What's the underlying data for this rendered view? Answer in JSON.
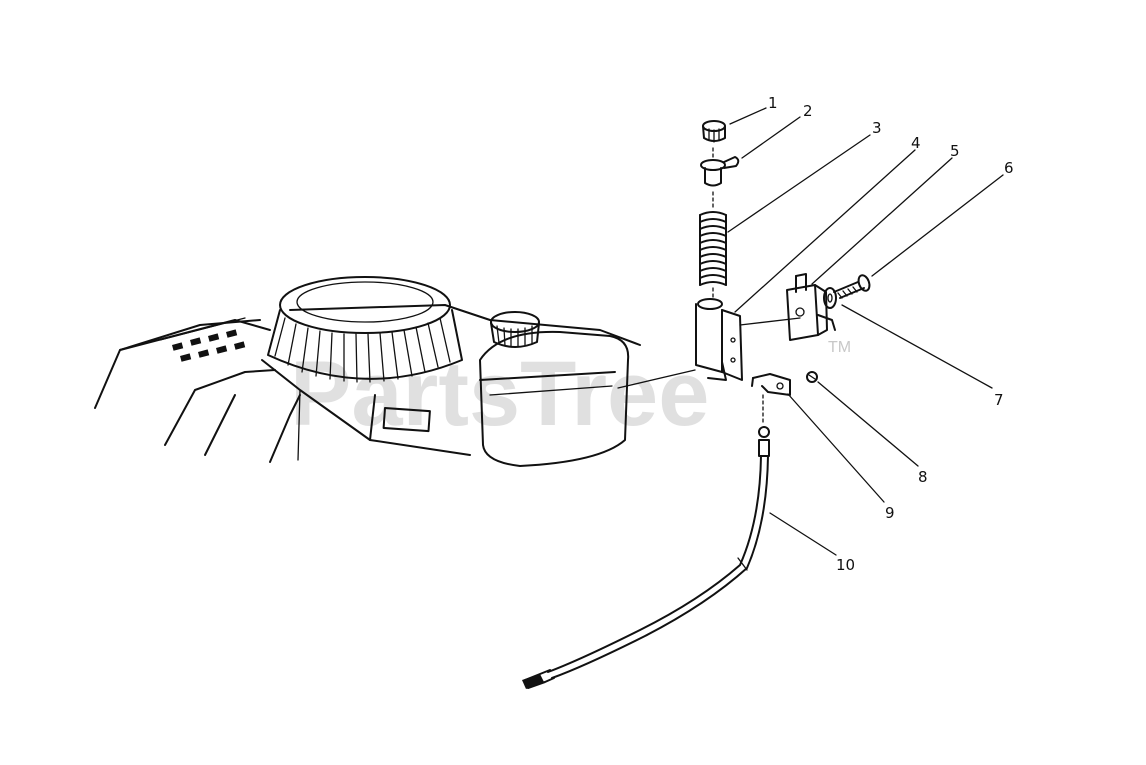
{
  "watermark": {
    "text": "PartsTree",
    "trademark": "TM"
  },
  "callouts": [
    {
      "label": "1"
    },
    {
      "label": "2"
    },
    {
      "label": "3"
    },
    {
      "label": "4"
    },
    {
      "label": "5"
    },
    {
      "label": "6"
    },
    {
      "label": "7"
    },
    {
      "label": "8"
    },
    {
      "label": "9"
    },
    {
      "label": "10"
    }
  ]
}
